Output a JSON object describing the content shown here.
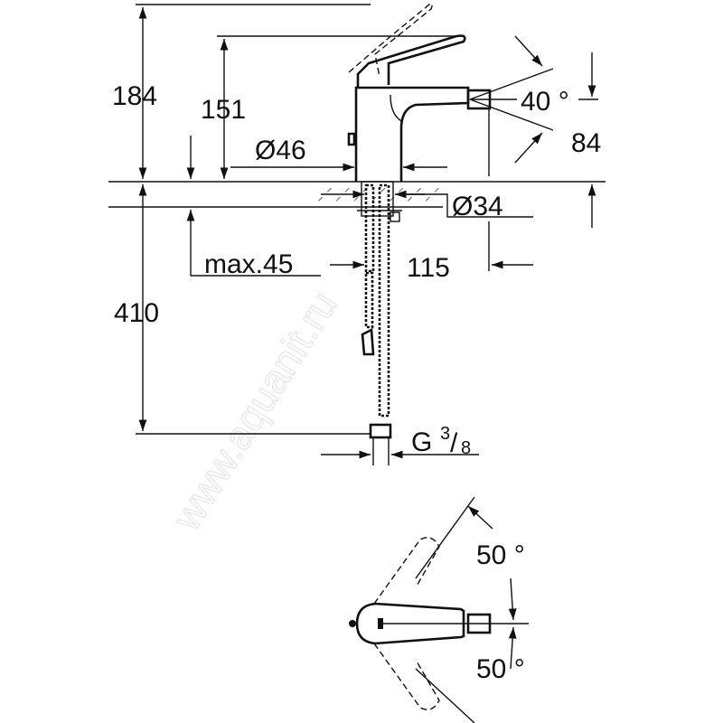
{
  "watermark": "www.aquanit.ru",
  "dimensions": {
    "total_height": "184",
    "handle_height": "151",
    "body_diameter": "Ø46",
    "spray_angle": "40 °",
    "spout_height": "84",
    "hole_diameter": "Ø34",
    "max_thickness": "max.45",
    "spout_reach": "115",
    "hose_length": "410",
    "thread_g": "G",
    "thread_num": "3",
    "thread_den": "8",
    "swivel_up": "50 °",
    "swivel_down": "50 °"
  },
  "colors": {
    "line": "#111111",
    "background": "#ffffff"
  }
}
